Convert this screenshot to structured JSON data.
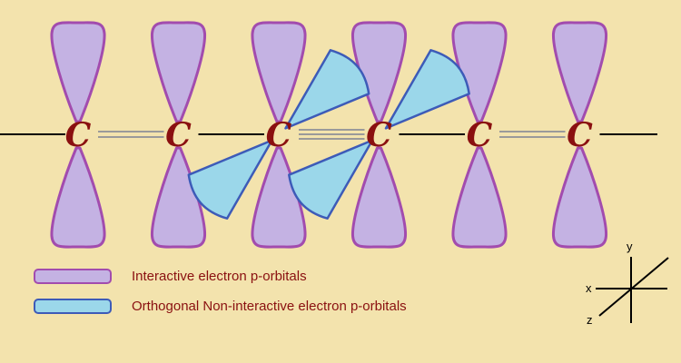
{
  "diagram": {
    "atom_label": "C",
    "atom_count": 6,
    "bond_pattern": [
      "double",
      "single",
      "triple",
      "single",
      "double"
    ],
    "pi_orbital_atoms": [
      2,
      3
    ]
  },
  "legend": {
    "interactive": {
      "label": "Interactive electron p-orbitals",
      "color": "#c4b2e3"
    },
    "orthogonal": {
      "label": "Orthogonal Non-interactive electron p-orbitals",
      "color": "#9bd7ea"
    }
  },
  "axes": {
    "x": "x",
    "y": "y",
    "z": "z"
  },
  "colors": {
    "background": "#f3e3ad",
    "interactive_fill": "#c4b2e3",
    "interactive_stroke": "#a24cae",
    "orthogonal_fill": "#9bd7ea",
    "orthogonal_stroke": "#3d5bb8",
    "atom_label": "#8a1010",
    "legend_text": "#8a1010",
    "bond": "#000000",
    "multi_bond": "#9a9a9a"
  }
}
